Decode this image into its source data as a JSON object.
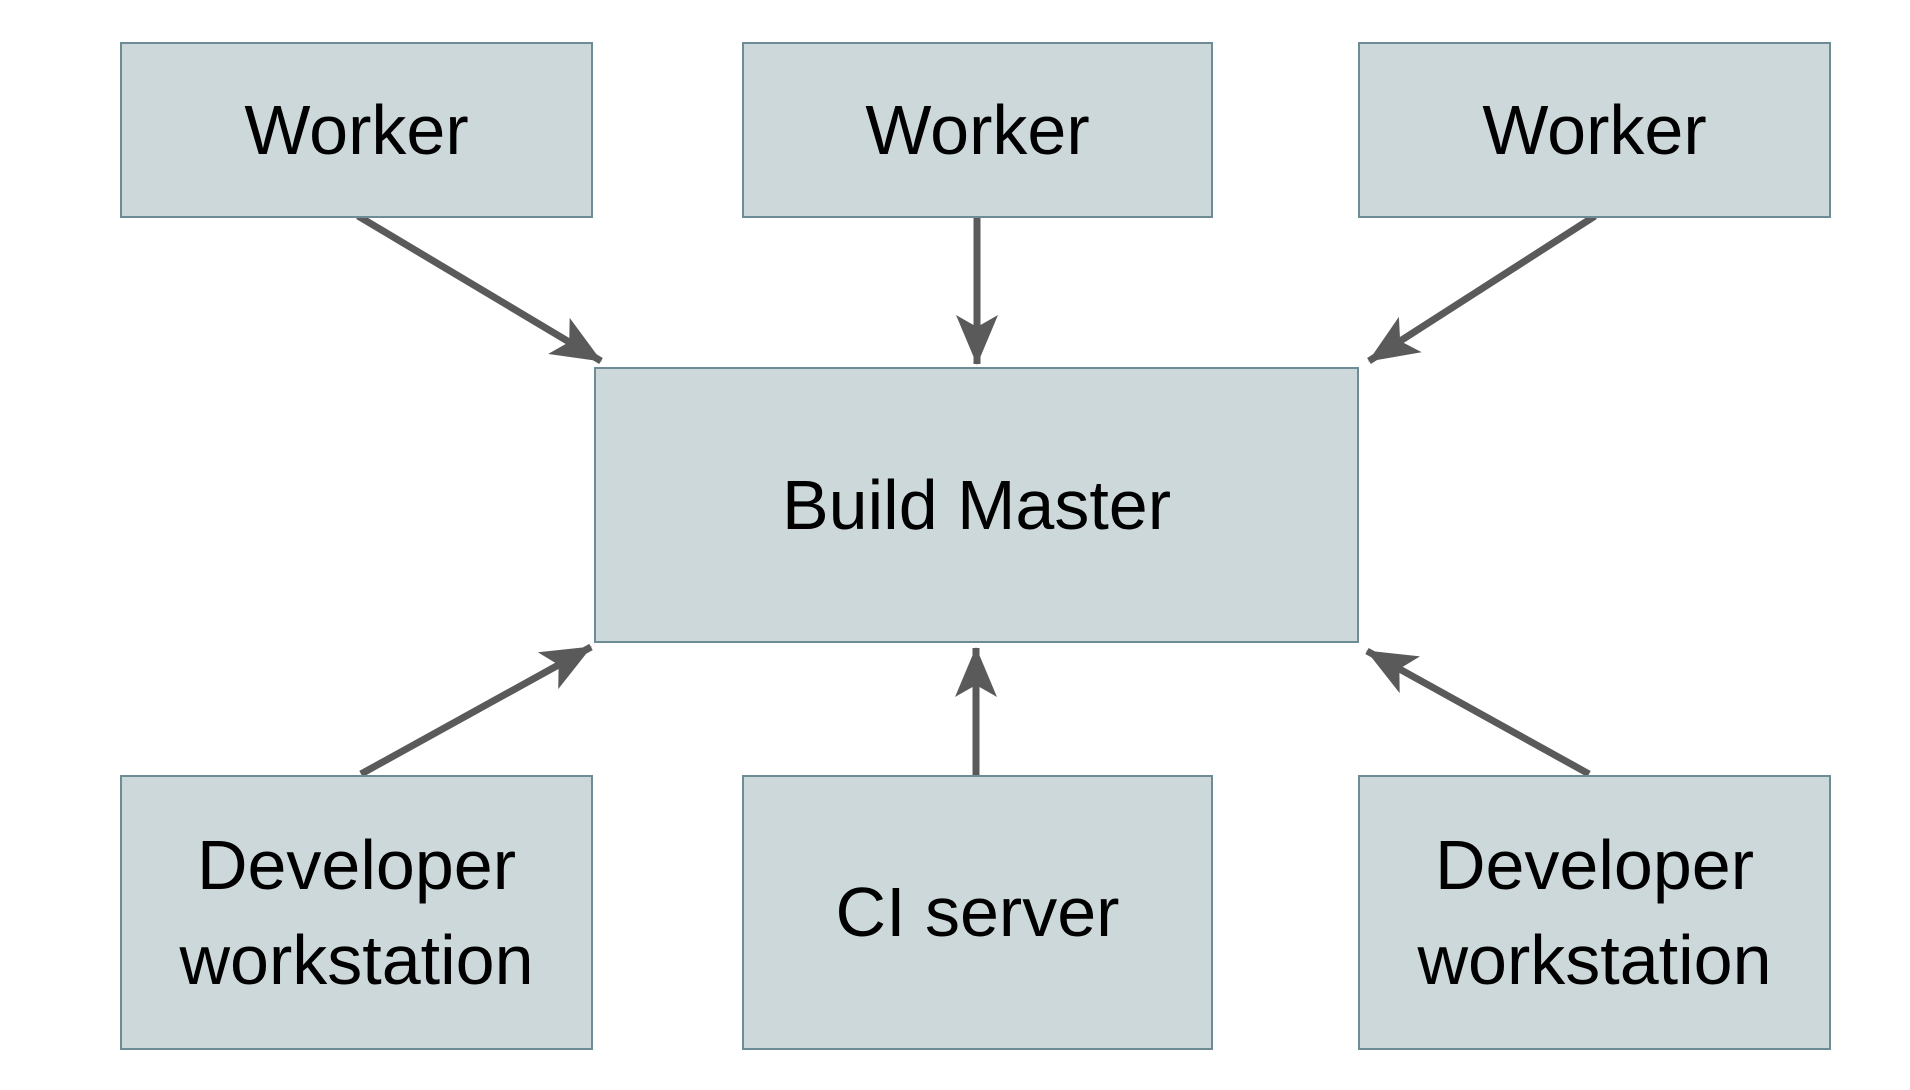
{
  "diagram": {
    "nodes": [
      {
        "id": "worker-1",
        "label": "Worker"
      },
      {
        "id": "worker-2",
        "label": "Worker"
      },
      {
        "id": "worker-3",
        "label": "Worker"
      },
      {
        "id": "build-master",
        "label": "Build Master"
      },
      {
        "id": "developer-workstation-left",
        "label": "Developer workstation"
      },
      {
        "id": "ci-server",
        "label": "CI server"
      },
      {
        "id": "developer-workstation-right",
        "label": "Developer workstation"
      }
    ],
    "edges": [
      {
        "from": "worker-1",
        "to": "build-master"
      },
      {
        "from": "worker-2",
        "to": "build-master"
      },
      {
        "from": "worker-3",
        "to": "build-master"
      },
      {
        "from": "developer-workstation-left",
        "to": "build-master"
      },
      {
        "from": "ci-server",
        "to": "build-master"
      },
      {
        "from": "developer-workstation-right",
        "to": "build-master"
      }
    ],
    "colors": {
      "background": "#ffffff",
      "node_fill": "#cdd8da",
      "node_border": "#6e8c96",
      "arrow": "#5a5a5a",
      "text": "#000000"
    }
  }
}
